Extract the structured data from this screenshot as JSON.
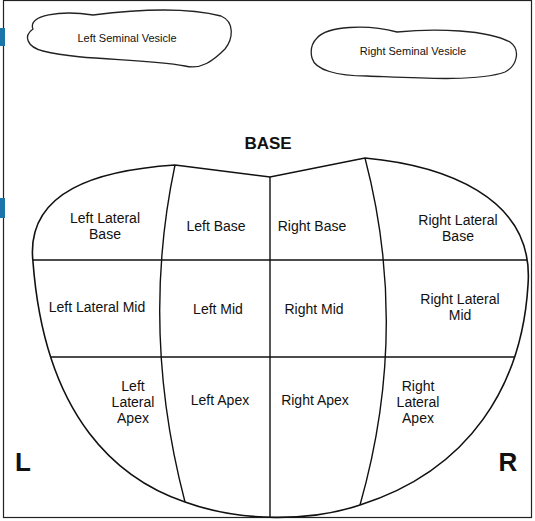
{
  "diagram": {
    "nodes": [
      {
        "text": [
          "Left Seminal Vesicle"
        ]
      },
      {
        "text": [
          "Right Seminal Vesicle"
        ]
      },
      {
        "text": [
          "Left Lateral Base"
        ]
      },
      {
        "text": [
          "Left Base"
        ]
      },
      {
        "text": [
          "Right Base"
        ]
      },
      {
        "text": [
          "Right Lateral Base"
        ]
      },
      {
        "text": [
          "Left Lateral Mid"
        ]
      },
      {
        "text": [
          "Left Mid"
        ]
      },
      {
        "text": [
          "Right Mid"
        ]
      },
      {
        "text": [
          "Right Lateral Mid"
        ]
      },
      {
        "text": [
          "Left Lateral Apex"
        ]
      },
      {
        "text": [
          "Left Apex"
        ]
      },
      {
        "text": [
          "Right Apex"
        ]
      },
      {
        "text": [
          "Right Lateral Apex"
        ]
      }
    ],
    "labels": [
      "BASE",
      "L",
      "R"
    ]
  }
}
